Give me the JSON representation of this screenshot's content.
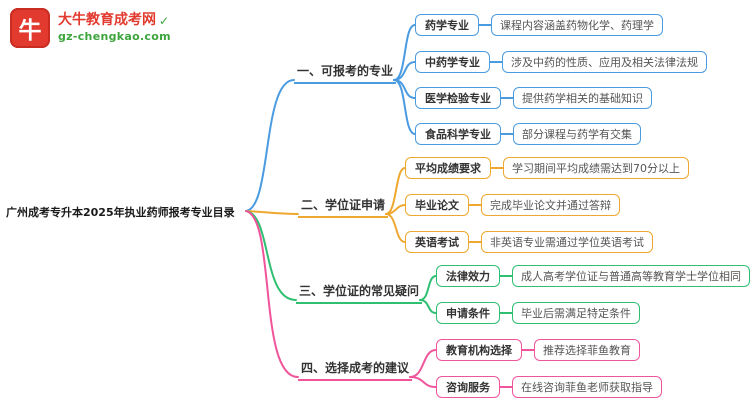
{
  "logo": {
    "badge": "牛",
    "brand": "大牛教育成考网",
    "check": "✓",
    "site": "gz-chengkao.com"
  },
  "root": {
    "title": "广州成考专升本2025年执业药师报考专业目录"
  },
  "colors": {
    "branch_blue": "#4B9BE1",
    "branch_yellow": "#EEA82F",
    "branch_green": "#2FBF71",
    "branch_pink": "#F0549B",
    "logo_red": "#E23A2E",
    "site_green": "#3DA53D",
    "text_dark": "#333333"
  },
  "branches": [
    {
      "label": "一、可报考的专业",
      "color": "#4B9BE1",
      "children": [
        {
          "label": "药学专业",
          "desc": "课程内容涵盖药物化学、药理学"
        },
        {
          "label": "中药学专业",
          "desc": "涉及中药的性质、应用及相关法律法规"
        },
        {
          "label": "医学检验专业",
          "desc": "提供药学相关的基础知识"
        },
        {
          "label": "食品科学专业",
          "desc": "部分课程与药学有交集"
        }
      ]
    },
    {
      "label": "二、学位证申请",
      "color": "#EEA82F",
      "children": [
        {
          "label": "平均成绩要求",
          "desc": "学习期间平均成绩需达到70分以上"
        },
        {
          "label": "毕业论文",
          "desc": "完成毕业论文并通过答辩"
        },
        {
          "label": "英语考试",
          "desc": "非英语专业需通过学位英语考试"
        }
      ]
    },
    {
      "label": "三、学位证的常见疑问",
      "color": "#2FBF71",
      "children": [
        {
          "label": "法律效力",
          "desc": "成人高考学位证与普通高等教育学士学位相同"
        },
        {
          "label": "申请条件",
          "desc": "毕业后需满足特定条件"
        }
      ]
    },
    {
      "label": "四、选择成考的建议",
      "color": "#F0549B",
      "children": [
        {
          "label": "教育机构选择",
          "desc": "推荐选择菲鱼教育"
        },
        {
          "label": "咨询服务",
          "desc": "在线咨询菲鱼老师获取指导"
        }
      ]
    }
  ]
}
